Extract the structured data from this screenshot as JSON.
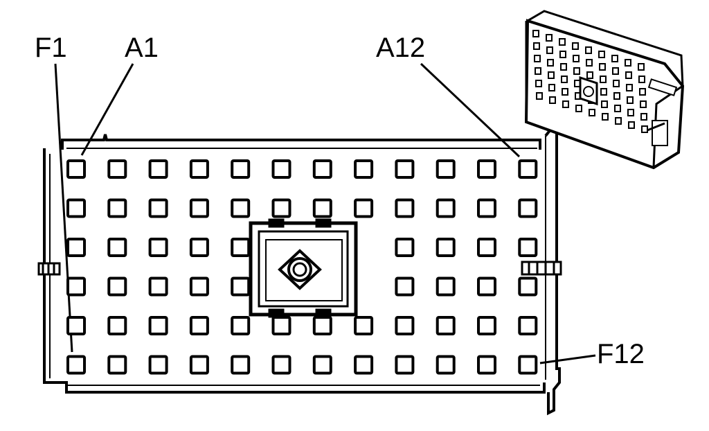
{
  "labels": {
    "f1": "F1",
    "a1": "A1",
    "a12": "A12",
    "f12": "F12"
  },
  "grid": {
    "rows": 6,
    "cols": 12
  },
  "colors": {
    "ink": "#000000",
    "paper": "#ffffff"
  }
}
